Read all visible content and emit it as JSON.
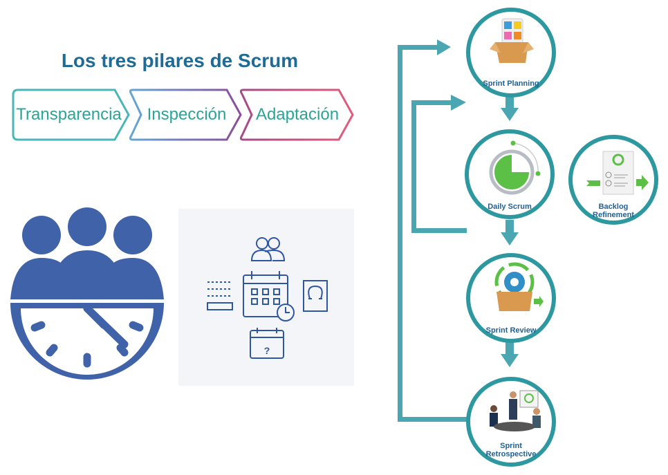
{
  "title": "Los tres pilares de Scrum",
  "pillars": [
    "Transparencia",
    "Inspección",
    "Adaptación"
  ],
  "events": {
    "sprint_planning": "Sprint Planning",
    "daily_scrum": "Daily Scrum",
    "backlog_refinement": [
      "Backlog",
      "Refinement"
    ],
    "sprint_review": "Sprint Review",
    "sprint_retrospective": [
      "Sprint",
      "Retrospective"
    ]
  },
  "icons": {
    "calendar_question": "?"
  },
  "colors": {
    "title": "#1f6b96",
    "teal": "#2e98a0",
    "icon_blue": "#3f62a8",
    "green": "#5cbf46"
  }
}
